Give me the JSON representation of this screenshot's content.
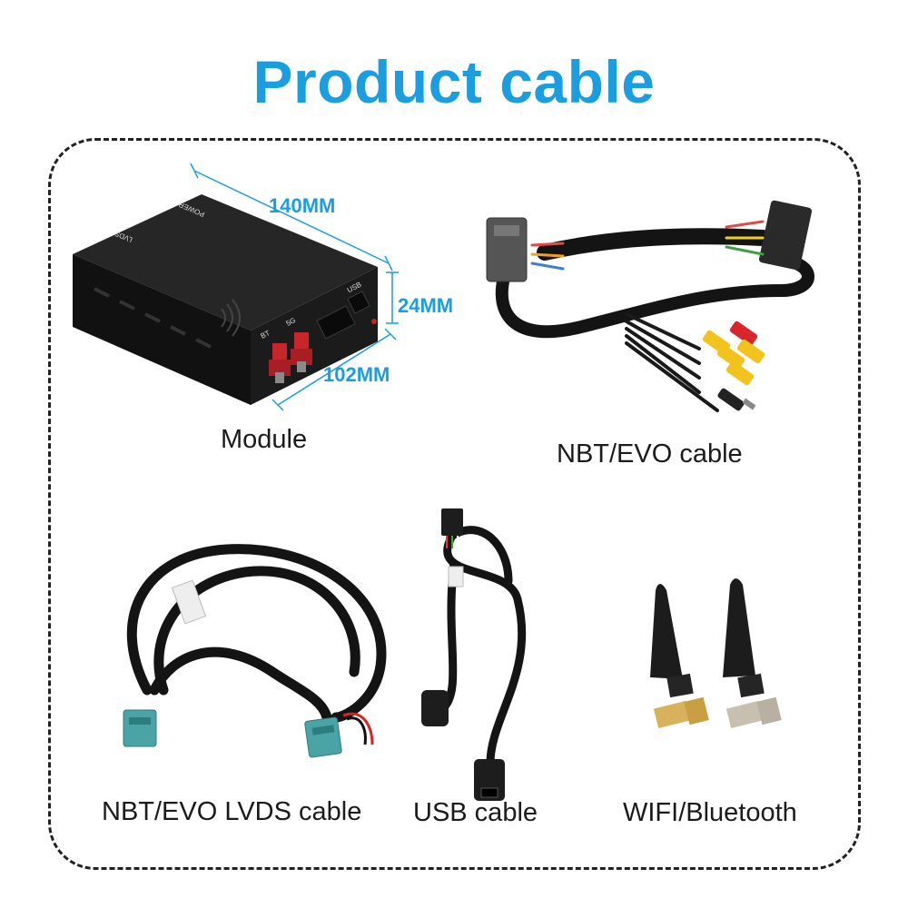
{
  "title": "Product cable",
  "products": {
    "module": {
      "caption": "Module",
      "dims": {
        "length": "140MM",
        "height": "24MM",
        "width": "102MM"
      },
      "labels": {
        "power": "POWER",
        "lvds": "LVDS",
        "usb": "USB",
        "bt": "BT",
        "g5": "5G"
      }
    },
    "nbt_evo_cable": {
      "caption": "NBT/EVO cable"
    },
    "lvds_cable": {
      "caption": "NBT/EVO LVDS cable"
    },
    "usb_cable": {
      "caption": "USB cable"
    },
    "antennas": {
      "caption": "WIFI/Bluetooth"
    }
  },
  "colors": {
    "accent": "#1a9ee0",
    "connector_teal": "#4aa3a4",
    "rca_yellow": "#f2c31c",
    "rca_red": "#d9262c",
    "antenna_gold": "#d8b25a"
  }
}
